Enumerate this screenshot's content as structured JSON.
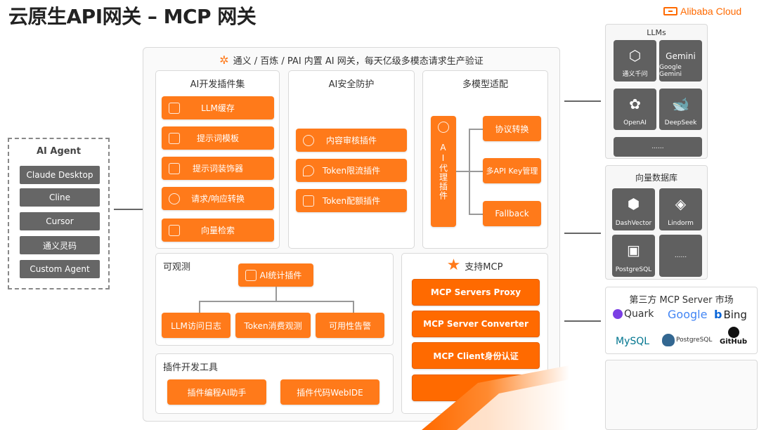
{
  "header": {
    "title": "云原生API网关 – MCP 网关",
    "brand": "Alibaba Cloud"
  },
  "agent": {
    "title": "AI Agent",
    "items": [
      "Claude Desktop",
      "Cline",
      "Cursor",
      "通义灵码",
      "Custom Agent"
    ]
  },
  "gateway": {
    "banner": "通义 / 百炼 / PAI 内置 AI 网关，每天亿级多模态请求生产验证",
    "plugins": {
      "title": "AI开发插件集",
      "items": [
        "LLM缓存",
        "提示词模板",
        "提示词装饰器",
        "请求/响应转换",
        "向量检索"
      ]
    },
    "security": {
      "title": "AI安全防护",
      "items": [
        "内容审核插件",
        "Token限流插件",
        "Token配额插件"
      ]
    },
    "multimodel": {
      "title": "多模型适配",
      "proxy": "AI代理插件",
      "items": [
        "协议转换",
        "多API Key管理",
        "Fallback"
      ]
    },
    "observe": {
      "title": "可观测",
      "stat": "AI统计插件",
      "items": [
        "LLM访问日志",
        "Token消费观测",
        "可用性告警"
      ]
    },
    "devtools": {
      "title": "插件开发工具",
      "items": [
        "插件编程AI助手",
        "插件代码WebIDE"
      ]
    },
    "mcp": {
      "title": "支持MCP",
      "items": [
        "MCP Servers Proxy",
        "MCP Server Converter",
        "MCP Client身份认证"
      ]
    }
  },
  "llms": {
    "title": "LLMs",
    "tiles": [
      {
        "label": "通义千问",
        "icon": "qwen-icon"
      },
      {
        "label": "Google Gemini",
        "icon": "gemini-icon",
        "mark": "Gemini"
      },
      {
        "label": "OpenAI",
        "icon": "openai-icon"
      },
      {
        "label": "DeepSeek",
        "icon": "deepseek-icon"
      }
    ],
    "more": "......"
  },
  "vectordb": {
    "title": "向量数据库",
    "tiles": [
      {
        "label": "DashVector",
        "icon": "dashvector-icon"
      },
      {
        "label": "Lindorm",
        "icon": "lindorm-icon"
      },
      {
        "label": "PostgreSQL",
        "icon": "postgresql-icon"
      }
    ],
    "more": "......"
  },
  "market": {
    "title": "第三方 MCP Server 市场",
    "logos": [
      "Quark",
      "Google",
      "Bing",
      "MySQL",
      "PostgreSQL",
      "GitHub"
    ]
  },
  "colors": {
    "accent": "#ff7a1a",
    "tile": "#606060",
    "agent_btn": "#666666"
  }
}
